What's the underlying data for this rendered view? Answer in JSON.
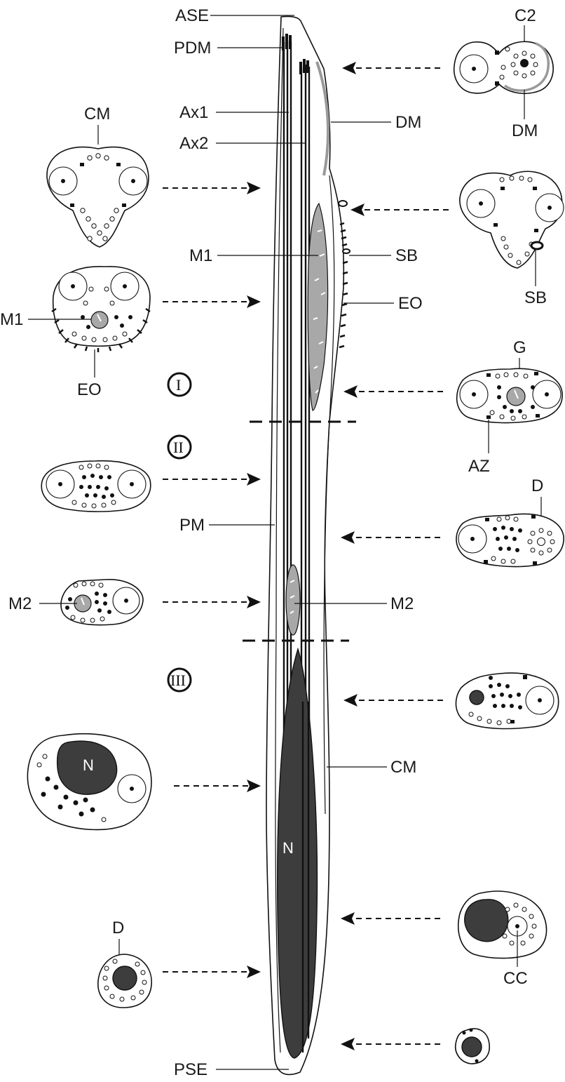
{
  "labels": {
    "ase": "ASE",
    "pdm": "PDM",
    "ax1": "Ax1",
    "ax2": "Ax2",
    "dm": "DM",
    "m1": "M1",
    "sb": "SB",
    "eo": "EO",
    "pm": "PM",
    "m2": "M2",
    "cm": "CM",
    "n": "N",
    "pse": "PSE",
    "c2": "C2",
    "g": "G",
    "az": "AZ",
    "d": "D",
    "cc": "CC"
  },
  "regions": [
    "I",
    "II",
    "III"
  ],
  "colors": {
    "line": "#111111",
    "mitochondria": "#a8a8a8",
    "nucleus": "#3d3d3d",
    "dense_membrane": "#9a9a9a"
  }
}
